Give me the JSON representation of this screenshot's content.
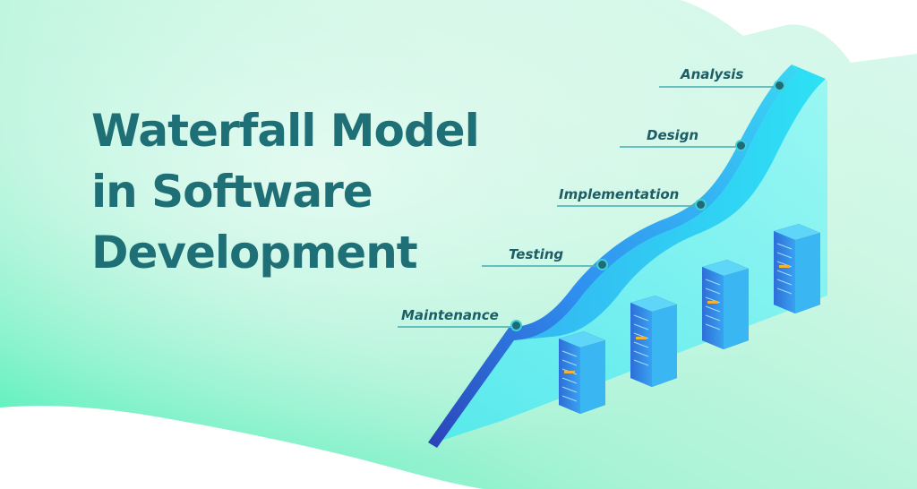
{
  "title": {
    "line1": "Waterfall Model",
    "line2": "in Software",
    "line3": "Development"
  },
  "stages": [
    {
      "label": "Analysis"
    },
    {
      "label": "Design"
    },
    {
      "label": "Implementation"
    },
    {
      "label": "Testing"
    },
    {
      "label": "Maintenance"
    }
  ],
  "colors": {
    "title": "#1f6f77",
    "stage_label": "#1c5d66",
    "blob_light": "#c9f5dc",
    "blob_mint": "#7ff0c9",
    "slope_front": "#2aa3f0",
    "slope_top": "#29c7f2",
    "server_body": "#2b7de0",
    "server_dark": "#1d4fb8"
  }
}
